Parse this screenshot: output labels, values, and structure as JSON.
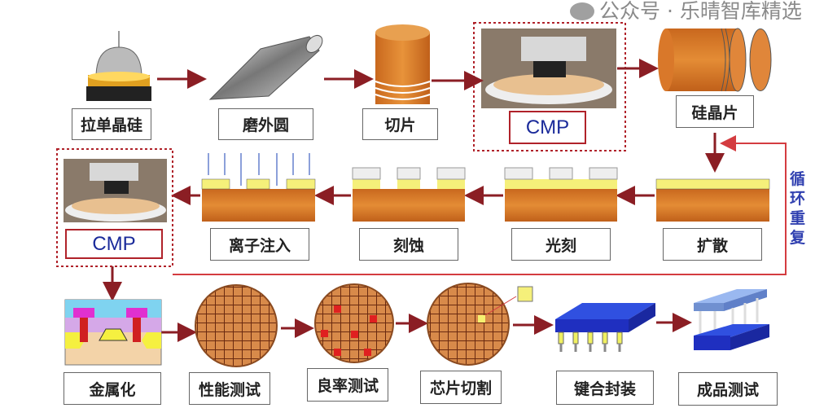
{
  "steps": {
    "crystal_pulling": "拉单晶硅",
    "grinding": "磨外圆",
    "slicing": "切片",
    "cmp_top": "CMP",
    "wafer": "硅晶片",
    "diffusion": "扩散",
    "lithography": "光刻",
    "etching": "刻蚀",
    "ion_implant": "离子注入",
    "cmp_left": "CMP",
    "metallization": "金属化",
    "performance_test": "性能测试",
    "yield_test": "良率测试",
    "dicing": "芯片切割",
    "bonding_packaging": "键合封装",
    "final_test": "成品测试"
  },
  "loop_label": [
    "循",
    "环",
    "重",
    "复"
  ],
  "watermark": "公众号 · 乐晴智库精选",
  "colors": {
    "arrow": "#8b1e24",
    "orange": "#d9782a",
    "yellow": "#f5f07a",
    "blue": "#1f2fc0",
    "cmp_border": "#b0222a",
    "loop_text": "#3040b0"
  }
}
